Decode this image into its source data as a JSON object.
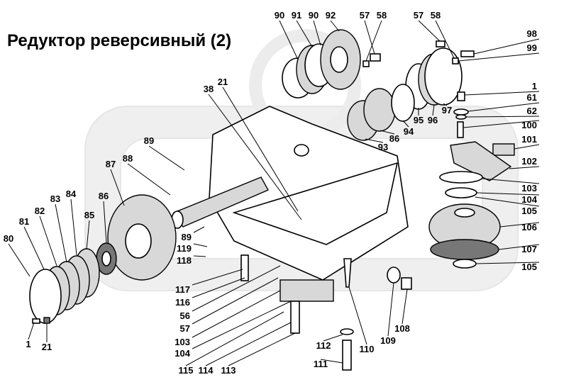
{
  "title": "Редуктор реверсивный (2)",
  "callouts": [
    "90",
    "91",
    "90",
    "92",
    "57",
    "58",
    "57",
    "58",
    "98",
    "99",
    "1",
    "61",
    "62",
    "100",
    "101",
    "102",
    "103",
    "104",
    "105",
    "106",
    "107",
    "105",
    "108",
    "109",
    "110",
    "111",
    "112",
    "113",
    "114",
    "115",
    "104",
    "103",
    "57",
    "56",
    "116",
    "117",
    "118",
    "119",
    "89",
    "1",
    "21",
    "80",
    "81",
    "82",
    "83",
    "84",
    "85",
    "86",
    "87",
    "88",
    "89",
    "38",
    "21",
    "93",
    "86",
    "94",
    "95",
    "96",
    "97"
  ],
  "colors": {
    "line": "#000000",
    "watermark": "#efefef",
    "gray": "#d8d8d8"
  }
}
